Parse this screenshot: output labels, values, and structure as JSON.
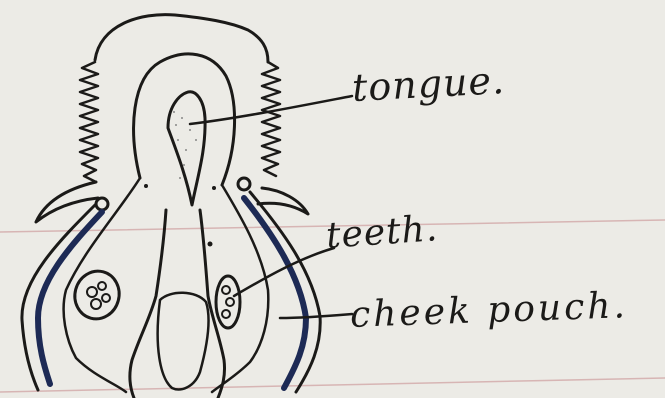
{
  "labels": {
    "tongue": "tongue.",
    "teeth": "teeth.",
    "pouch": "cheek pouch."
  },
  "colors": {
    "paper": "#ecebe6",
    "ink": "#1b1a18",
    "blue_ink": "#1d2a55",
    "rule_line": "#d2a7a7",
    "stipple": "#6a6a6a"
  }
}
